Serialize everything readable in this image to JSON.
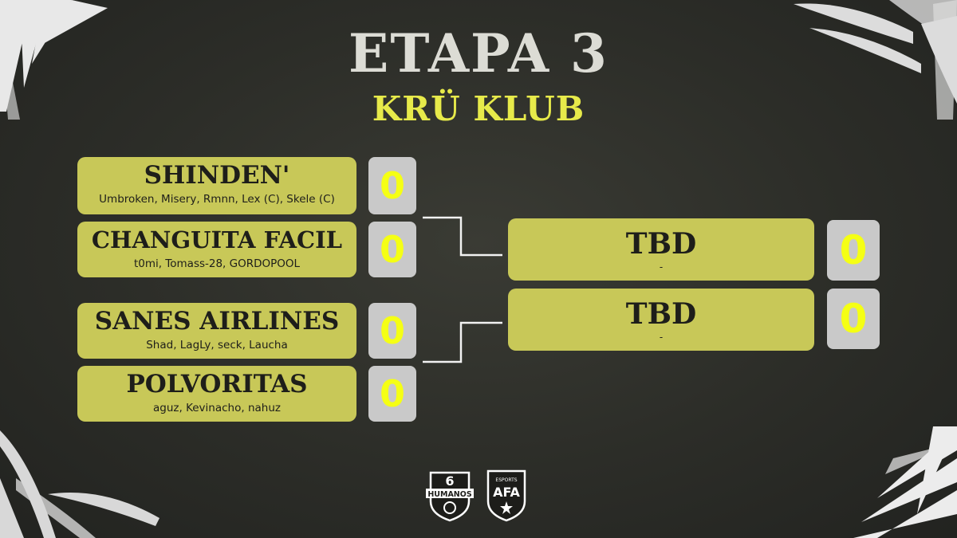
{
  "header": {
    "title": "ETAPA 3",
    "subtitle": "KRÜ KLUB"
  },
  "round1": [
    {
      "team": "SHINDEN'",
      "players": "Umbroken, Misery, Rmnn, Lex (C), Skele (C)",
      "score": "0"
    },
    {
      "team": "CHANGUITA FACIL",
      "players": "t0mi, Tomass-28, GORDOPOOL",
      "score": "0"
    },
    {
      "team": "SANES AIRLINES",
      "players": "Shad, LagLy, seck, Laucha",
      "score": "0"
    },
    {
      "team": "POLVORITAS",
      "players": "aguz, Kevinacho, nahuz",
      "score": "0"
    }
  ],
  "round2": [
    {
      "team": "TBD",
      "players": "-",
      "score": "0"
    },
    {
      "team": "TBD",
      "players": "-",
      "score": "0"
    }
  ],
  "logos": {
    "humanos_number": "6",
    "humanos_text": "HUMANOS",
    "afa_top": "ESPORTS",
    "afa_text": "AFA"
  },
  "colors": {
    "background": "#2c2d28",
    "card": "#c8c858",
    "score_box": "#c9c9c9",
    "score_text": "#f5ff14",
    "title": "#dcdcd5",
    "subtitle": "#e7ea4a"
  }
}
